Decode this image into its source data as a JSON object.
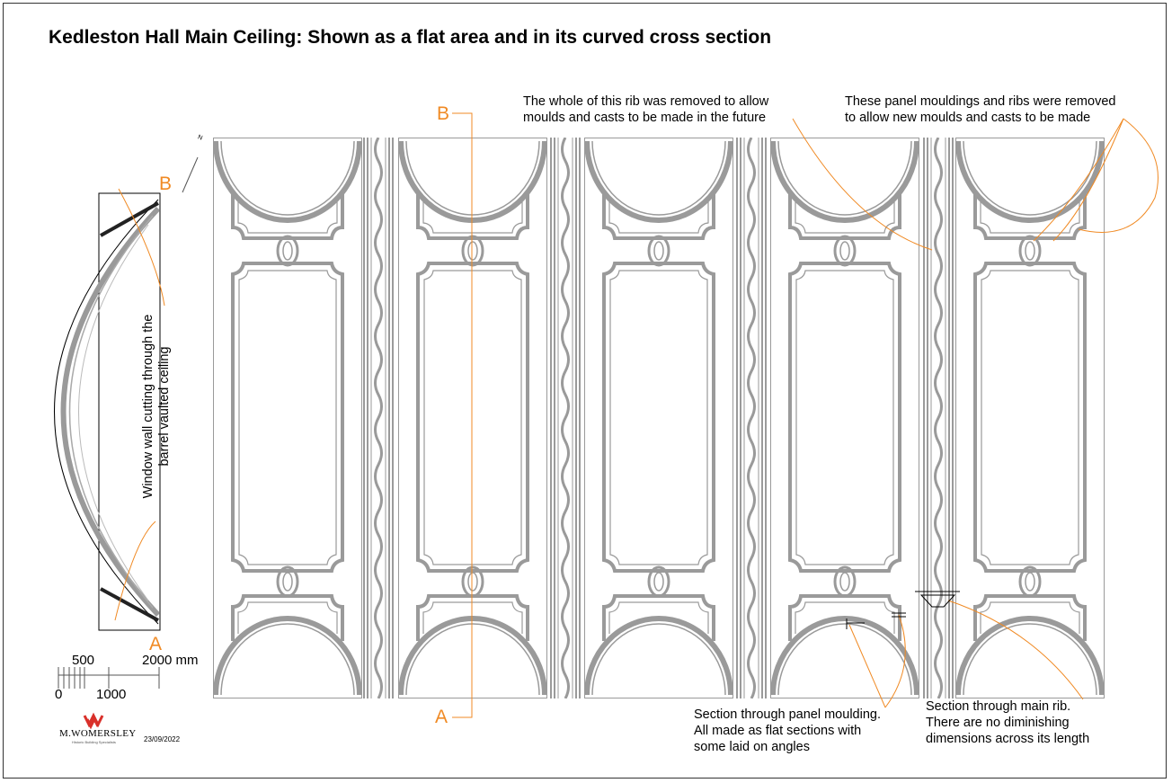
{
  "title": "Kedleston Hall Main Ceiling: Shown as a flat area and in its curved cross section",
  "annotations": {
    "rib_removed": [
      "The whole of this rib was removed to allow",
      "moulds and casts to be made in the future"
    ],
    "panels_removed": [
      "These panel mouldings and ribs were removed",
      "to allow new moulds and casts to be made"
    ],
    "window_wall": [
      "Window wall cutting through the",
      "barrel vaulted ceiling"
    ],
    "section_panel": [
      "Section through panel moulding.",
      "All made as flat sections with",
      "some laid on angles"
    ],
    "section_rib": [
      "Section through main rib.",
      "There are no diminishing",
      "dimensions across its length"
    ]
  },
  "section_labels": {
    "a": "A",
    "b": "B"
  },
  "north": "N",
  "scale_bar": {
    "label_500": "500",
    "label_2000": "2000 mm",
    "label_0": "0",
    "label_1000": "1000"
  },
  "logo": {
    "name": "M.WOMERSLEY",
    "tagline": "Historic Building Specialists"
  },
  "date": "23/09/2022",
  "colors": {
    "accent": "#f08a24",
    "drawing": "#9a9a9a"
  }
}
